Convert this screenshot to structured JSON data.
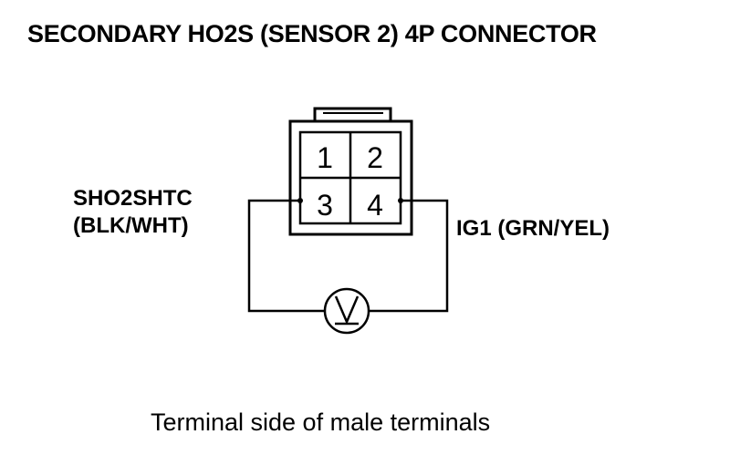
{
  "title": "SECONDARY HO2S (SENSOR 2) 4P CONNECTOR",
  "left_label": {
    "line1": "SHO2SHTC",
    "line2": "(BLK/WHT)"
  },
  "right_label": "IG1 (GRN/YEL)",
  "caption": "Terminal side of male terminals",
  "connector": {
    "pins": [
      "1",
      "2",
      "3",
      "4"
    ]
  },
  "meter_icon": "voltmeter-icon",
  "colors": {
    "ink": "#000000",
    "background": "#ffffff"
  }
}
